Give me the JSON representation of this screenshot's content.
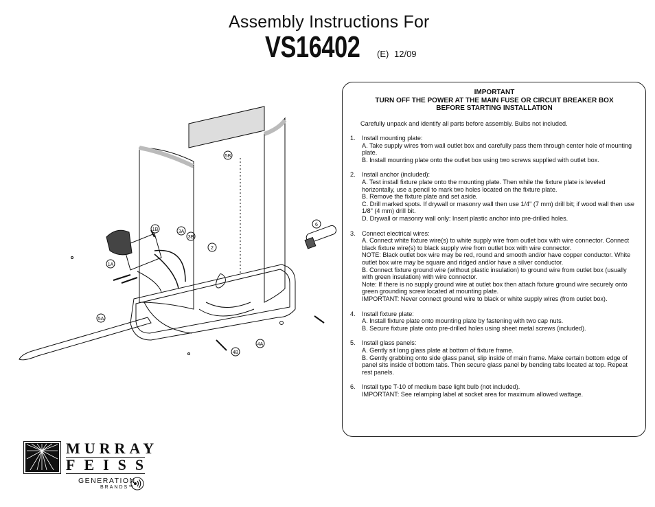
{
  "header": {
    "title": "Assembly Instructions For",
    "model": "VS16402",
    "revision": "(E)",
    "date": "12/09"
  },
  "instructions": {
    "important_lines": [
      "IMPORTANT",
      "TURN OFF THE POWER AT THE MAIN FUSE OR CIRCUIT BREAKER BOX",
      "BEFORE STARTING INSTALLATION"
    ],
    "intro": "Carefully unpack and identify all parts before assembly.  Bulbs not included.",
    "steps": [
      {
        "num": "1.",
        "title": "Install mounting plate:",
        "lines": [
          "A.  Take supply wires from wall outlet box and carefully pass them through center hole of mounting plate.",
          "B.  Install mounting plate onto the outlet box using two screws supplied with outlet box."
        ]
      },
      {
        "num": "2.",
        "title": "Install anchor (included):",
        "lines": [
          "A.  Test install fixture plate onto the mounting plate. Then while the fixture plate is leveled horizontally, use a pencil to mark two holes located on the fixture plate.",
          "B.  Remove the fixture plate and set aside.",
          "C.  Drill marked spots. If drywall or masonry wall then use 1/4\" (7 mm) drill bit; if wood wall then use 1/8\" (4 mm) drill bit.",
          "D.  Drywall or masonry wall only: Insert plastic anchor into pre-drilled holes."
        ]
      },
      {
        "num": "3.",
        "title": "Connect electrical wires:",
        "lines": [
          "A.  Connect white fixture wire(s) to white supply wire from outlet box with wire connector. Connect black fixture wire(s) to black supply wire from outlet box with wire connector.",
          "NOTE: Black outlet box wire may be red, round and smooth and/or have copper conductor. White outlet box wire may be square and ridged and/or have a silver conductor.",
          "B.  Connect fixture ground wire (without plastic insulation) to ground wire from outlet box (usually with green insulation) with wire connector.",
          "Note: If there is no supply ground wire at outlet box then attach fixture ground wire securely onto green grounding screw located at mounting plate.",
          "IMPORTANT: Never connect ground wire to black or white supply wires (from outlet box)."
        ]
      },
      {
        "num": "4.",
        "title": "Install fixture plate:",
        "lines": [
          "A.  Install fixture plate onto mounting plate by fastening with two cap nuts.",
          "B.  Secure fixture plate onto pre-drilled holes using sheet metal screws (included)."
        ]
      },
      {
        "num": "5.",
        "title": "Install glass panels:",
        "lines": [
          "A. Gently sit long glass plate at bottom of fixture frame.",
          "B. Gently grabbing onto side glass panel, slip inside of main frame. Make certain bottom edge of panel sits inside of bottom tabs.  Then secure glass panel by bending tabs located at top.  Repeat rest panels."
        ]
      },
      {
        "num": "6.",
        "title": "Install type T-10 of medium base light bulb (not included).",
        "lines": [
          "IMPORTANT:  See relamping label at socket area for maximum allowed wattage."
        ]
      }
    ]
  },
  "diagram_labels": {
    "l1a": "1A",
    "l1b": "1B",
    "l2": "2",
    "l3a": "3A",
    "l3b": "3B",
    "l4a": "4A",
    "l4b": "4B",
    "l5a": "5A",
    "l5b": "5B",
    "l6": "6"
  },
  "logo": {
    "line1": "MURRAY",
    "line2": "FEISS",
    "generation": "GENERATION",
    "brands": "BRANDS™"
  }
}
